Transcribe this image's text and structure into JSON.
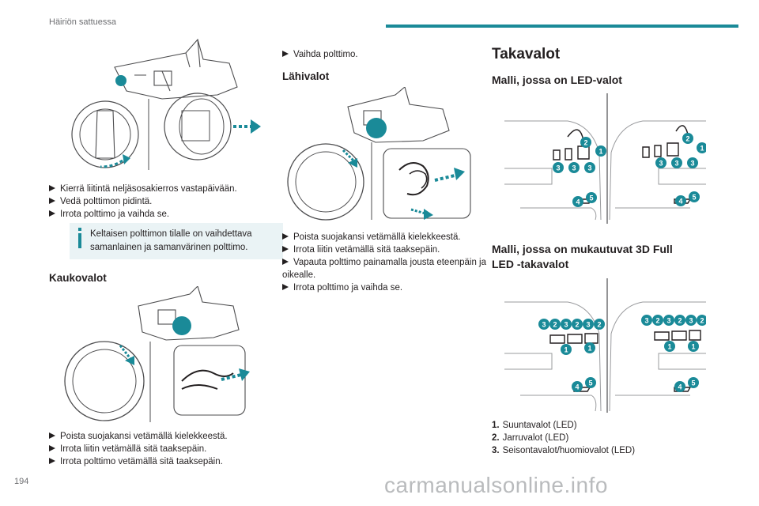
{
  "header": {
    "title": "Häiriön sattuessa",
    "accent_color": "#1a8a98"
  },
  "page_number": "194",
  "watermark": "carmanualsonline.info",
  "col1": {
    "steps": [
      "Kierrä liitintä neljäsosakierros vastapäivään.",
      "Vedä polttimon pidintä.",
      "Irrota polttimo ja vaihda se."
    ],
    "info": "Keltaisen polttimon tilalle on vaihdettava samanlainen ja samanvärinen polttimo.",
    "high_beam": {
      "title": "Kaukovalot",
      "steps": [
        "Poista suojakansi vetämällä kielekkeestä.",
        "Irrota liitin vetämällä sitä taaksepäin.",
        "Irrota polttimo vetämällä sitä taaksepäin."
      ]
    }
  },
  "col2": {
    "step_top": "Vaihda polttimo.",
    "low_beam": {
      "title": "Lähivalot",
      "steps": [
        "Poista suojakansi vetämällä kielekkeestä.",
        "Irrota liitin vetämällä sitä taaksepäin.",
        "Vapauta polttimo painamalla jousta eteenpäin ja oikealle.",
        "Irrota polttimo ja vaihda se."
      ]
    }
  },
  "col3": {
    "title": "Takavalot",
    "led": {
      "title": "Malli, jossa on LED-valot"
    },
    "full_led": {
      "title_line1": "Malli, jossa on mukautuvat 3D Full",
      "title_line2": "LED -takavalot"
    },
    "legend": [
      {
        "num": "1.",
        "text": "Suuntavalot (LED)"
      },
      {
        "num": "2.",
        "text": "Jarruvalot (LED)"
      },
      {
        "num": "3.",
        "text": "Seisontavalot/huomiovalot (LED)"
      }
    ]
  },
  "badges": {
    "led_left_top": [
      "2",
      "1"
    ],
    "led_left_mid": [
      "3",
      "3",
      "3"
    ],
    "led_left_low": [
      "4",
      "5"
    ],
    "led_right_top": [
      "2",
      "1"
    ],
    "led_right_mid": [
      "3",
      "3",
      "3"
    ],
    "led_right_low": [
      "4",
      "5"
    ],
    "full_left_top": [
      "3",
      "2",
      "3",
      "2",
      "3",
      "2"
    ],
    "full_left_mid": [
      "1",
      "1"
    ],
    "full_left_low": [
      "4",
      "5"
    ],
    "full_right_top": [
      "3",
      "2",
      "3",
      "2",
      "3",
      "2"
    ],
    "full_right_mid": [
      "1",
      "1"
    ],
    "full_right_low": [
      "4",
      "5"
    ]
  }
}
